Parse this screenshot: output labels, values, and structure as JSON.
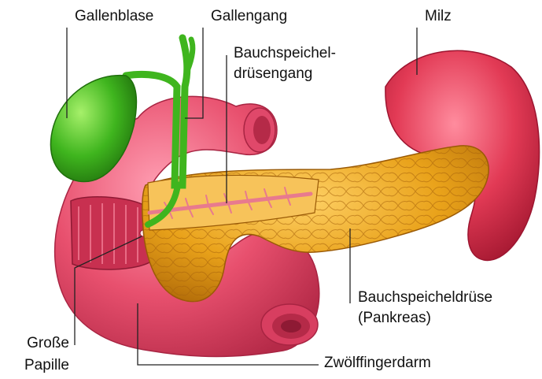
{
  "labels": {
    "gallenblase": "Gallenblase",
    "gallengang": "Gallengang",
    "milz": "Milz",
    "bauchspeicheldruesengang_line1": "Bauchspeichel-",
    "bauchspeicheldruesengang_line2": "drüsengang",
    "bauchspeicheldruese_line1": "Bauchspeicheldrüse",
    "bauchspeicheldruese_line2": "(Pankreas)",
    "grosse_papille_line1": "Große",
    "grosse_papille_line2": "Papille",
    "zwoelffingerdarm": "Zwölffingerdarm"
  },
  "colors": {
    "gallbladder": "#3fb51e",
    "duodenum": "#e8506e",
    "pancreas": "#e9a21a",
    "spleen": "#e23a55",
    "leader_line": "#222222"
  }
}
